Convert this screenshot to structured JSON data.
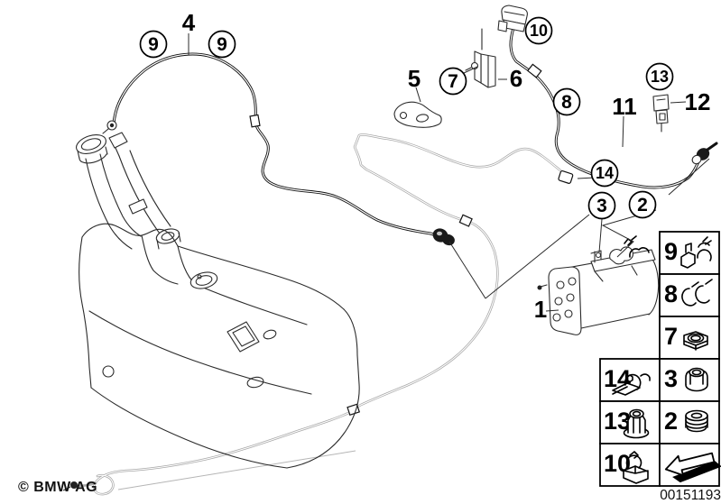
{
  "page": {
    "background": "#ffffff",
    "type": "parts-diagram"
  },
  "footer": {
    "copyright": "© BMW AG",
    "drawing_number": "00151193"
  },
  "diagram": {
    "circled_callouts": [
      {
        "label": "9"
      },
      {
        "label": "9"
      },
      {
        "label": "7"
      },
      {
        "label": "10"
      },
      {
        "label": "8"
      },
      {
        "label": "13"
      },
      {
        "label": "14"
      },
      {
        "label": "3"
      },
      {
        "label": "2"
      }
    ],
    "plain_labels": [
      {
        "label": "4"
      },
      {
        "label": "5"
      },
      {
        "label": "6"
      },
      {
        "label": "11"
      },
      {
        "label": "12"
      },
      {
        "label": "1"
      }
    ]
  },
  "legend": {
    "cells": [
      {
        "number": "9",
        "icon": "pipe-clamp-icon"
      },
      {
        "number": "8",
        "icon": "double-clip-icon"
      },
      {
        "number": "7",
        "icon": "hex-nut-icon"
      },
      {
        "number": "14",
        "icon": "hose-clip-icon"
      },
      {
        "number": "3",
        "icon": "lock-nut-icon"
      },
      {
        "number": "13",
        "icon": "plug-spacer-icon"
      },
      {
        "number": "2",
        "icon": "grommet-icon"
      },
      {
        "number": "10",
        "icon": "bracket-clip-icon"
      },
      {
        "number": "",
        "icon": "direction-arrow-icon"
      }
    ]
  },
  "colors": {
    "line": "#1a1a1a",
    "light_line": "#a8a8a8",
    "background": "#ffffff"
  }
}
